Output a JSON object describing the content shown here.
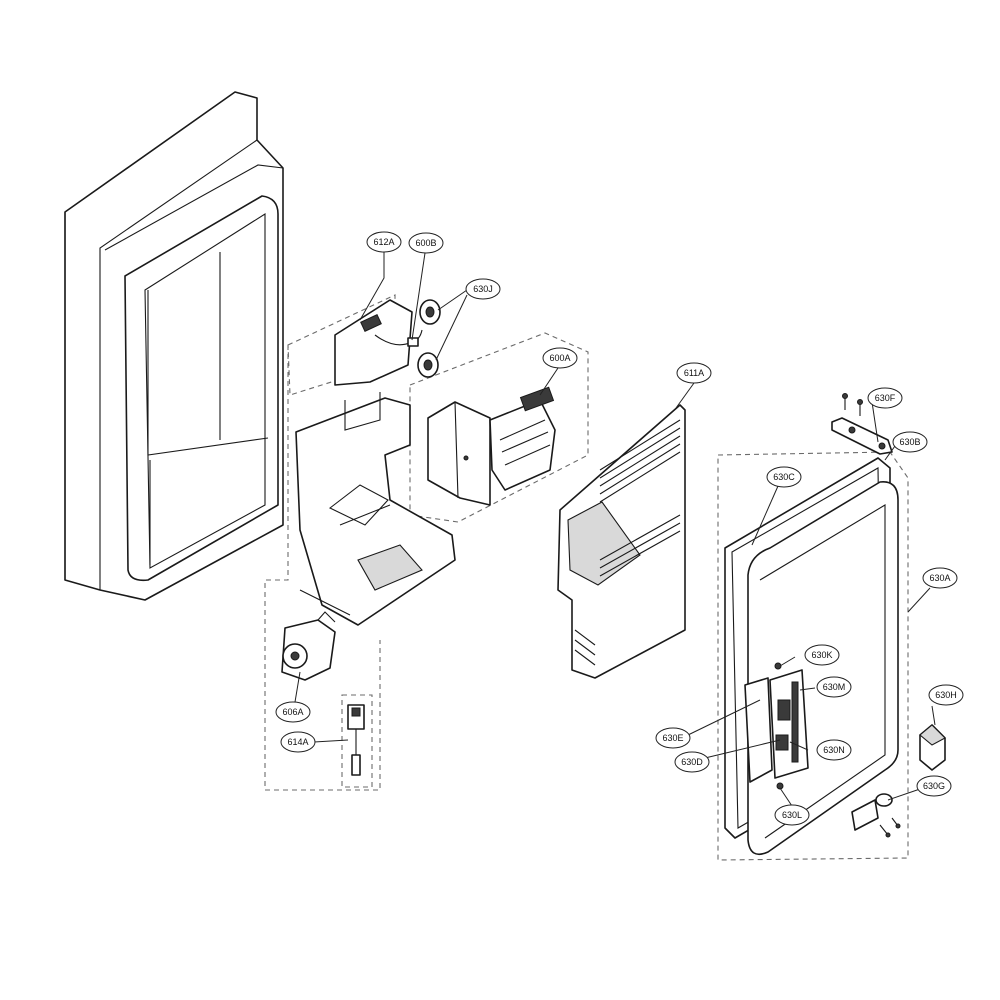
{
  "diagram": {
    "callouts": [
      {
        "id": "612A",
        "label": "612A"
      },
      {
        "id": "600B",
        "label": "600B"
      },
      {
        "id": "630J",
        "label": "630J"
      },
      {
        "id": "600A",
        "label": "600A"
      },
      {
        "id": "611A",
        "label": "611A"
      },
      {
        "id": "630F",
        "label": "630F"
      },
      {
        "id": "630B",
        "label": "630B"
      },
      {
        "id": "630C",
        "label": "630C"
      },
      {
        "id": "630A",
        "label": "630A"
      },
      {
        "id": "630K",
        "label": "630K"
      },
      {
        "id": "630M",
        "label": "630M"
      },
      {
        "id": "630H",
        "label": "630H"
      },
      {
        "id": "630E",
        "label": "630E"
      },
      {
        "id": "630N",
        "label": "630N"
      },
      {
        "id": "630D",
        "label": "630D"
      },
      {
        "id": "630G",
        "label": "630G"
      },
      {
        "id": "630L",
        "label": "630L"
      },
      {
        "id": "606A",
        "label": "606A"
      },
      {
        "id": "614A",
        "label": "614A"
      }
    ]
  }
}
